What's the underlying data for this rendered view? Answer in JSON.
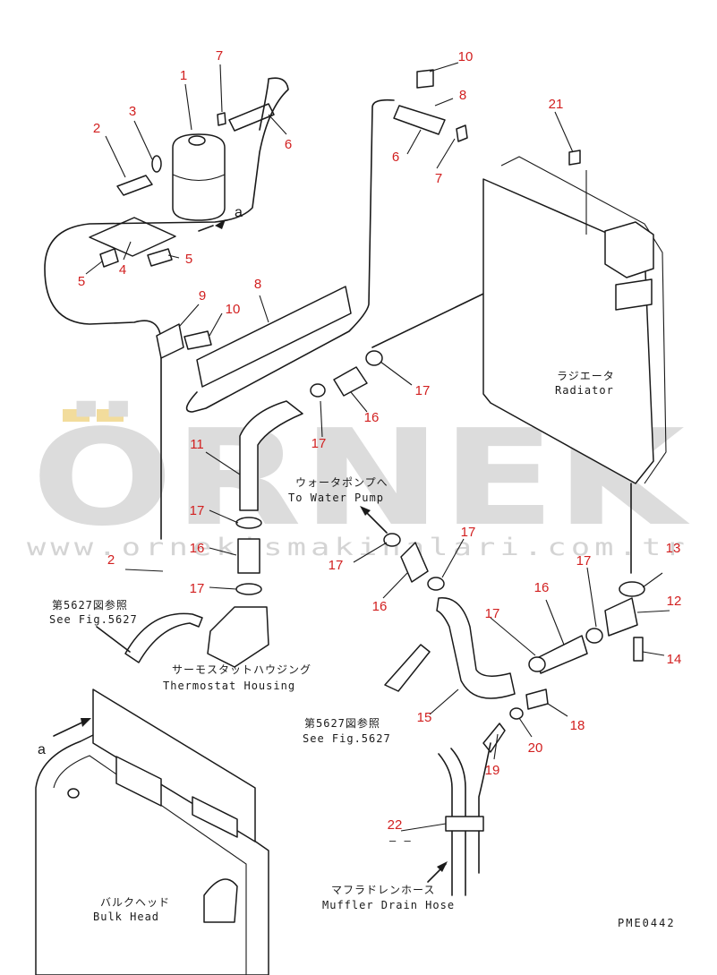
{
  "watermark": {
    "brand": "ÖRNEK",
    "url": "www.ornekismakinalari.com.tr",
    "accent_color": "#f2dc9c"
  },
  "callouts": {
    "c1": "1",
    "c2": "2",
    "c2b": "2",
    "c3": "3",
    "c4": "4",
    "c5a": "5",
    "c5b": "5",
    "c6a": "6",
    "c6b": "6",
    "c7a": "7",
    "c7b": "7",
    "c8a": "8",
    "c8b": "8",
    "c9": "9",
    "c10a": "10",
    "c10b": "10",
    "c11": "11",
    "c12": "12",
    "c13": "13",
    "c14": "14",
    "c15": "15",
    "c16a": "16",
    "c16b": "16",
    "c16c": "16",
    "c16d": "16",
    "c17a": "17",
    "c17b": "17",
    "c17c": "17",
    "c17d": "17",
    "c17e": "17",
    "c17f": "17",
    "c17g": "17",
    "c17h": "17",
    "c18": "18",
    "c19": "19",
    "c20": "20",
    "c21": "21",
    "c22": "22"
  },
  "labels": {
    "radiator_jp": "ラジエータ",
    "radiator_en": "Radiator",
    "water_pump_jp": "ウォータポンプへ",
    "water_pump_en": "To Water Pump",
    "fig_ref1_jp": "第5627図参照",
    "fig_ref1_en": "See Fig.5627",
    "fig_ref2_jp": "第5627図参照",
    "fig_ref2_en": "See Fig.5627",
    "thermostat_jp": "サーモスタットハウジング",
    "thermostat_en": "Thermostat Housing",
    "muffler_jp": "マフラドレンホース",
    "muffler_en": "Muffler Drain Hose",
    "bulkhead_jp": "バルクヘッド",
    "bulkhead_en": "Bulk Head",
    "ref_a_top": "a",
    "ref_a_left": "a",
    "dash": "— —",
    "drawing_code": "PME0442"
  },
  "colors": {
    "callout": "#d22020",
    "line": "#1a1a1a"
  }
}
